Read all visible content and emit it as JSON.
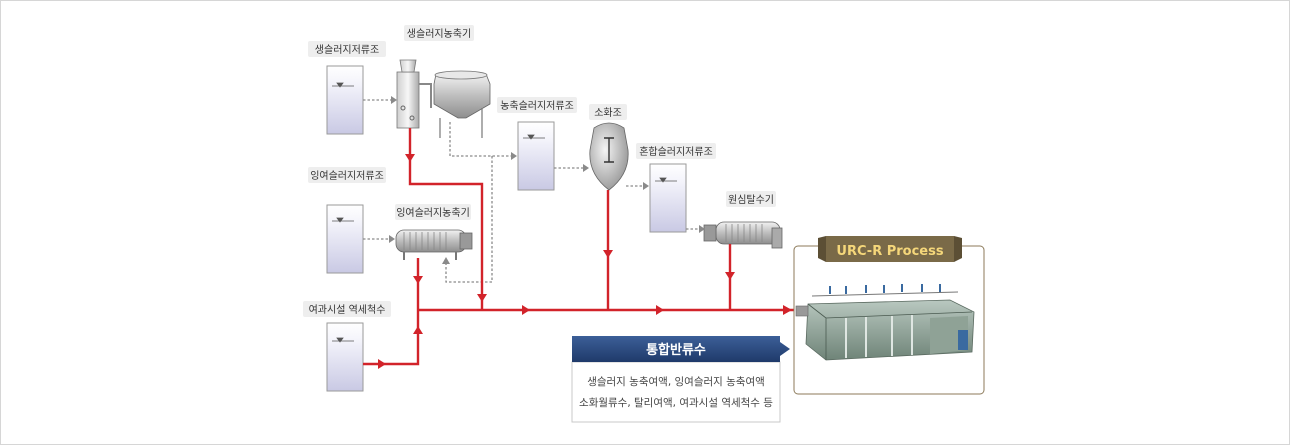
{
  "tanks": {
    "raw_sludge_storage": "생슬러지저류조",
    "raw_sludge_thickener": "생슬러지농축기",
    "thickened_sludge_storage": "농축슬러지저류조",
    "digester": "소화조",
    "mixed_sludge_storage": "혼합슬러지저류조",
    "excess_sludge_storage": "잉여슬러지저류조",
    "excess_sludge_thickener": "잉여슬러지농축기",
    "centrifuge": "원심탈수기",
    "filter_backwash": "여과시설 역세척수"
  },
  "process": {
    "title": "URC-R Process"
  },
  "combined_return": {
    "title": "통합반류수",
    "line1": "생슬러지 농축여액, 잉여슬러지 농축여액",
    "line2": "소화월류수, 탈리여액, 여과시설 역세척수 등"
  },
  "colors": {
    "flow_line": "#d2232a",
    "dashed_line": "#8a8a8a",
    "banner": "#2a4a80",
    "process_badge": "#7a6a48"
  }
}
